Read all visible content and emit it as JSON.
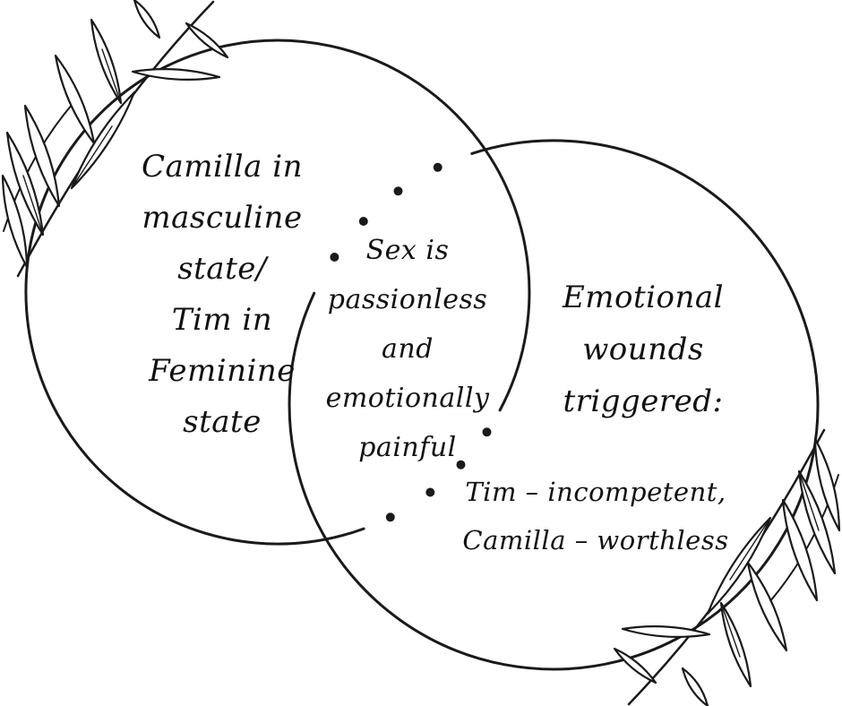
{
  "diagram": {
    "type": "venn",
    "left_circle": {
      "lines": [
        "Camilla in",
        "masculine",
        "state/",
        "Tim in",
        "Feminine",
        "state"
      ]
    },
    "intersection": {
      "lines": [
        "Sex is",
        "passionless",
        "and",
        "emotionally",
        "painful"
      ]
    },
    "right_circle": {
      "heading_lines": [
        "Emotional",
        "wounds",
        "triggered:"
      ],
      "detail_lines": [
        "Tim – incompetent,",
        "Camilla – worthless"
      ]
    },
    "decorations": {
      "icons": [
        "laurel-branch-top-left",
        "laurel-branch-bottom-right",
        "dotted-arc-accent-top",
        "dotted-arc-accent-bottom"
      ]
    },
    "style": {
      "stroke_color": "#1a1a1a",
      "text_color": "#111111",
      "background_color": "#ffffff"
    }
  }
}
